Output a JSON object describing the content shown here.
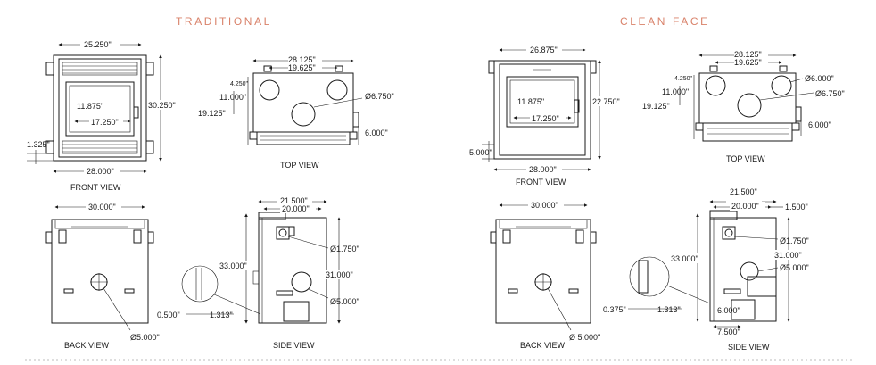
{
  "sections": {
    "traditional": "TRADITIONAL",
    "clean_face": "CLEAN FACE"
  },
  "views": {
    "front": "FRONT VIEW",
    "top": "TOP VIEW",
    "back": "BACK VIEW",
    "side": "SIDE VIEW"
  },
  "traditional": {
    "front": {
      "top_width": "25.250\"",
      "height": "30.250\"",
      "inner_height": "11.875\"",
      "inner_width": "17.250\"",
      "left_offset": "1.325\"",
      "bottom_width": "28.000\""
    },
    "top": {
      "outer": "28.125\"",
      "inner": "19.625\"",
      "a": "4.250\"",
      "b": "11.000\"",
      "c": "19.125\"",
      "flue": "Ø6.750\"",
      "side": "6.000\""
    },
    "back": {
      "width": "30.000\"",
      "hole": "Ø5.000\""
    },
    "side": {
      "top1": "21.500\"",
      "top2": "20.000\"",
      "small_hole": "Ø1.750\"",
      "large_hole": "Ø5.000\"",
      "height_a": "33.000\"",
      "height_b": "31.000\"",
      "detail_a": "0.500\"",
      "detail_b": "1.313\""
    }
  },
  "clean_face": {
    "front": {
      "top_width": "26.875\"",
      "height": "22.750\"",
      "inner_height": "11.875\"",
      "inner_width": "17.250\"",
      "left_offset": "5.000\"",
      "bottom_width": "28.000\""
    },
    "top": {
      "outer": "28.125\"",
      "inner": "19.625\"",
      "a": "4.250\"",
      "b": "11.000\"",
      "c": "19.125\"",
      "flue_a": "Ø6.000\"",
      "flue_b": "Ø6.750\"",
      "side": "6.000\""
    },
    "back": {
      "width": "30.000\"",
      "hole": "Ø 5.000\""
    },
    "side": {
      "top1": "21.500\"",
      "top2": "20.000\"",
      "top3": "1.500\"",
      "small_hole": "Ø1.750\"",
      "large_hole": "Ø5.000\"",
      "height_a": "33.000\"",
      "height_b": "31.000\"",
      "detail_a": "0.375\"",
      "detail_b": "1.313\"",
      "lower_a": "6.000\"",
      "lower_b": "7.500\""
    }
  }
}
